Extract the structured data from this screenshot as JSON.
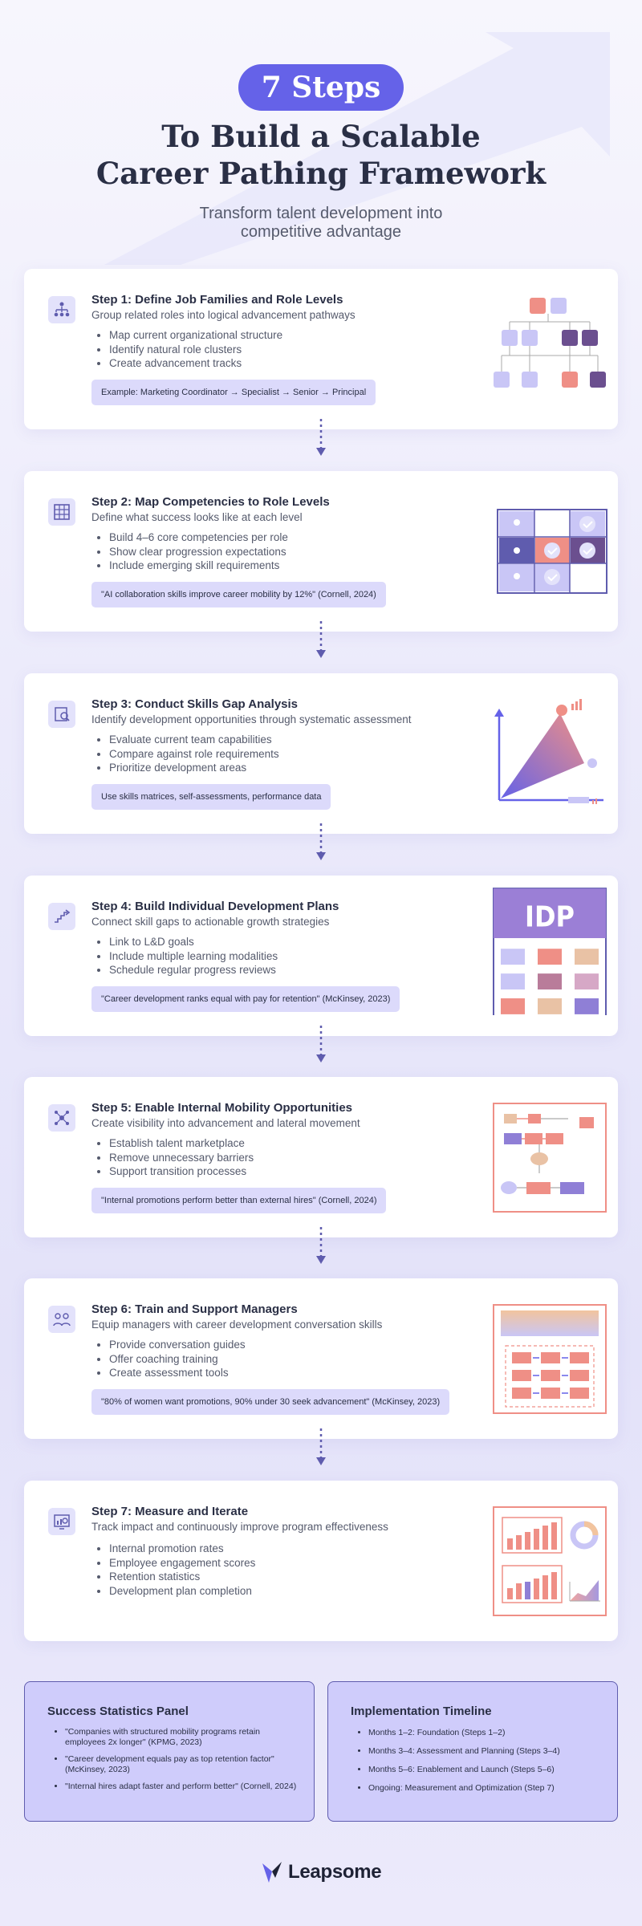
{
  "header": {
    "badge": "7 Steps",
    "title_line1": "To Build a Scalable",
    "title_line2": "Career Pathing Framework",
    "subtitle_line1": "Transform talent development into",
    "subtitle_line2": "competitive advantage"
  },
  "steps": [
    {
      "title": "Step 1: Define Job Families and Role Levels",
      "subtitle": "Group related roles into logical advancement pathways",
      "bullets": [
        "Map current organizational structure",
        "Identify natural role clusters",
        "Create advancement tracks"
      ],
      "note": "Example: Marketing Coordinator → Specialist → Senior → Principal",
      "icon": "org-chart-icon"
    },
    {
      "title": "Step 2: Map Competencies to Role Levels",
      "subtitle": "Define what success looks like at each level",
      "bullets": [
        "Build 4–6 core competencies per role",
        "Show clear progression expectations",
        "Include emerging skill requirements"
      ],
      "note": "\"AI collaboration skills improve career mobility by 12%\" (Cornell, 2024)",
      "icon": "grid-icon"
    },
    {
      "title": "Step 3: Conduct Skills Gap Analysis",
      "subtitle": "Identify development opportunities through systematic assessment",
      "bullets": [
        "Evaluate current team capabilities",
        "Compare against role requirements",
        "Prioritize development areas"
      ],
      "note": "Use skills matrices, self-assessments, performance data",
      "icon": "analysis-icon"
    },
    {
      "title": "Step 4: Build Individual Development Plans",
      "subtitle": "Connect skill gaps to actionable growth strategies",
      "bullets": [
        "Link to L&D goals",
        "Include multiple learning modalities",
        "Schedule regular progress reviews"
      ],
      "note": "\"Career development ranks equal with pay for retention\" (McKinsey, 2023)",
      "icon": "growth-path-icon",
      "illustration_label": "IDP"
    },
    {
      "title": "Step 5: Enable Internal Mobility Opportunities",
      "subtitle": "Create visibility into advancement and lateral movement",
      "bullets": [
        "Establish talent marketplace",
        "Remove unnecessary barriers",
        "Support transition processes"
      ],
      "note": "\"Internal promotions perform better than external hires\" (Cornell, 2024)",
      "icon": "network-icon"
    },
    {
      "title": "Step 6: Train and Support Managers",
      "subtitle": "Equip managers with career development conversation skills",
      "bullets": [
        "Provide conversation guides",
        "Offer coaching training",
        "Create assessment tools"
      ],
      "note": "\"80% of women want promotions, 90% under 30 seek advancement\" (McKinsey, 2023)",
      "icon": "people-icon"
    },
    {
      "title": "Step 7: Measure and Iterate",
      "subtitle": "Track impact and continuously improve program effectiveness",
      "bullets": [
        "Internal promotion rates",
        "Employee engagement scores",
        "Retention statistics",
        "Development plan completion"
      ],
      "note": "",
      "icon": "dashboard-icon"
    }
  ],
  "stats_panel": {
    "title": "Success Statistics Panel",
    "items": [
      "\"Companies with structured mobility programs retain employees 2x longer\" (KPMG, 2023)",
      "\"Career development equals pay as top retention factor\" (McKinsey, 2023)",
      "\"Internal hires adapt faster and perform better\" (Cornell, 2024)"
    ]
  },
  "timeline_panel": {
    "title": "Implementation Timeline",
    "items": [
      "Months 1–2: Foundation (Steps 1–2)",
      "Months 3–4: Assessment and Planning (Steps 3–4)",
      "Months 5–6: Enablement and Launch (Steps 5–6)",
      "Ongoing: Measurement and Optimization (Step 7)"
    ]
  },
  "footer": {
    "logo_text": "Leapsome"
  },
  "colors": {
    "accent": "#6562e8",
    "coral": "#ef8f86",
    "lavender": "#cfccfb",
    "text": "#2a2f45"
  }
}
